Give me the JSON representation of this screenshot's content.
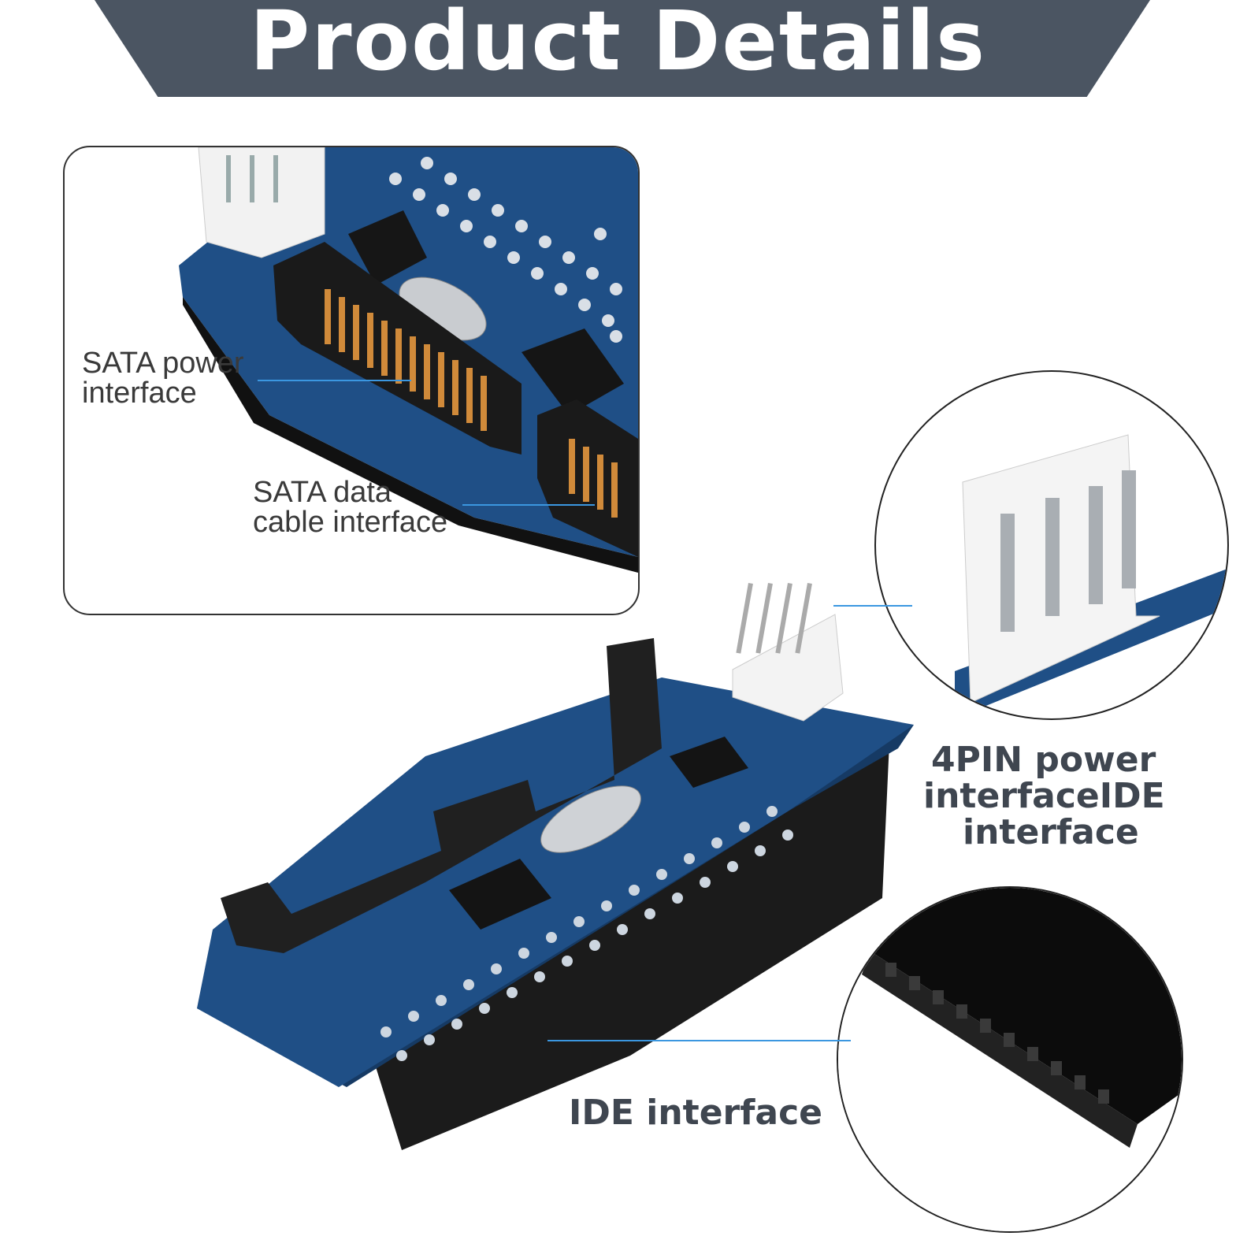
{
  "header": {
    "title": "Product Details"
  },
  "callouts": {
    "sata_power": [
      "SATA power",
      "interface"
    ],
    "sata_data": [
      "SATA data",
      "cable interface"
    ],
    "pin4_power": [
      "4PIN power",
      "interfaceIDE",
      "interface"
    ],
    "ide": "IDE interface"
  },
  "colors": {
    "banner": "#4b5562",
    "pcb": "#1f4f86",
    "leader_line": "#3b97e0"
  }
}
